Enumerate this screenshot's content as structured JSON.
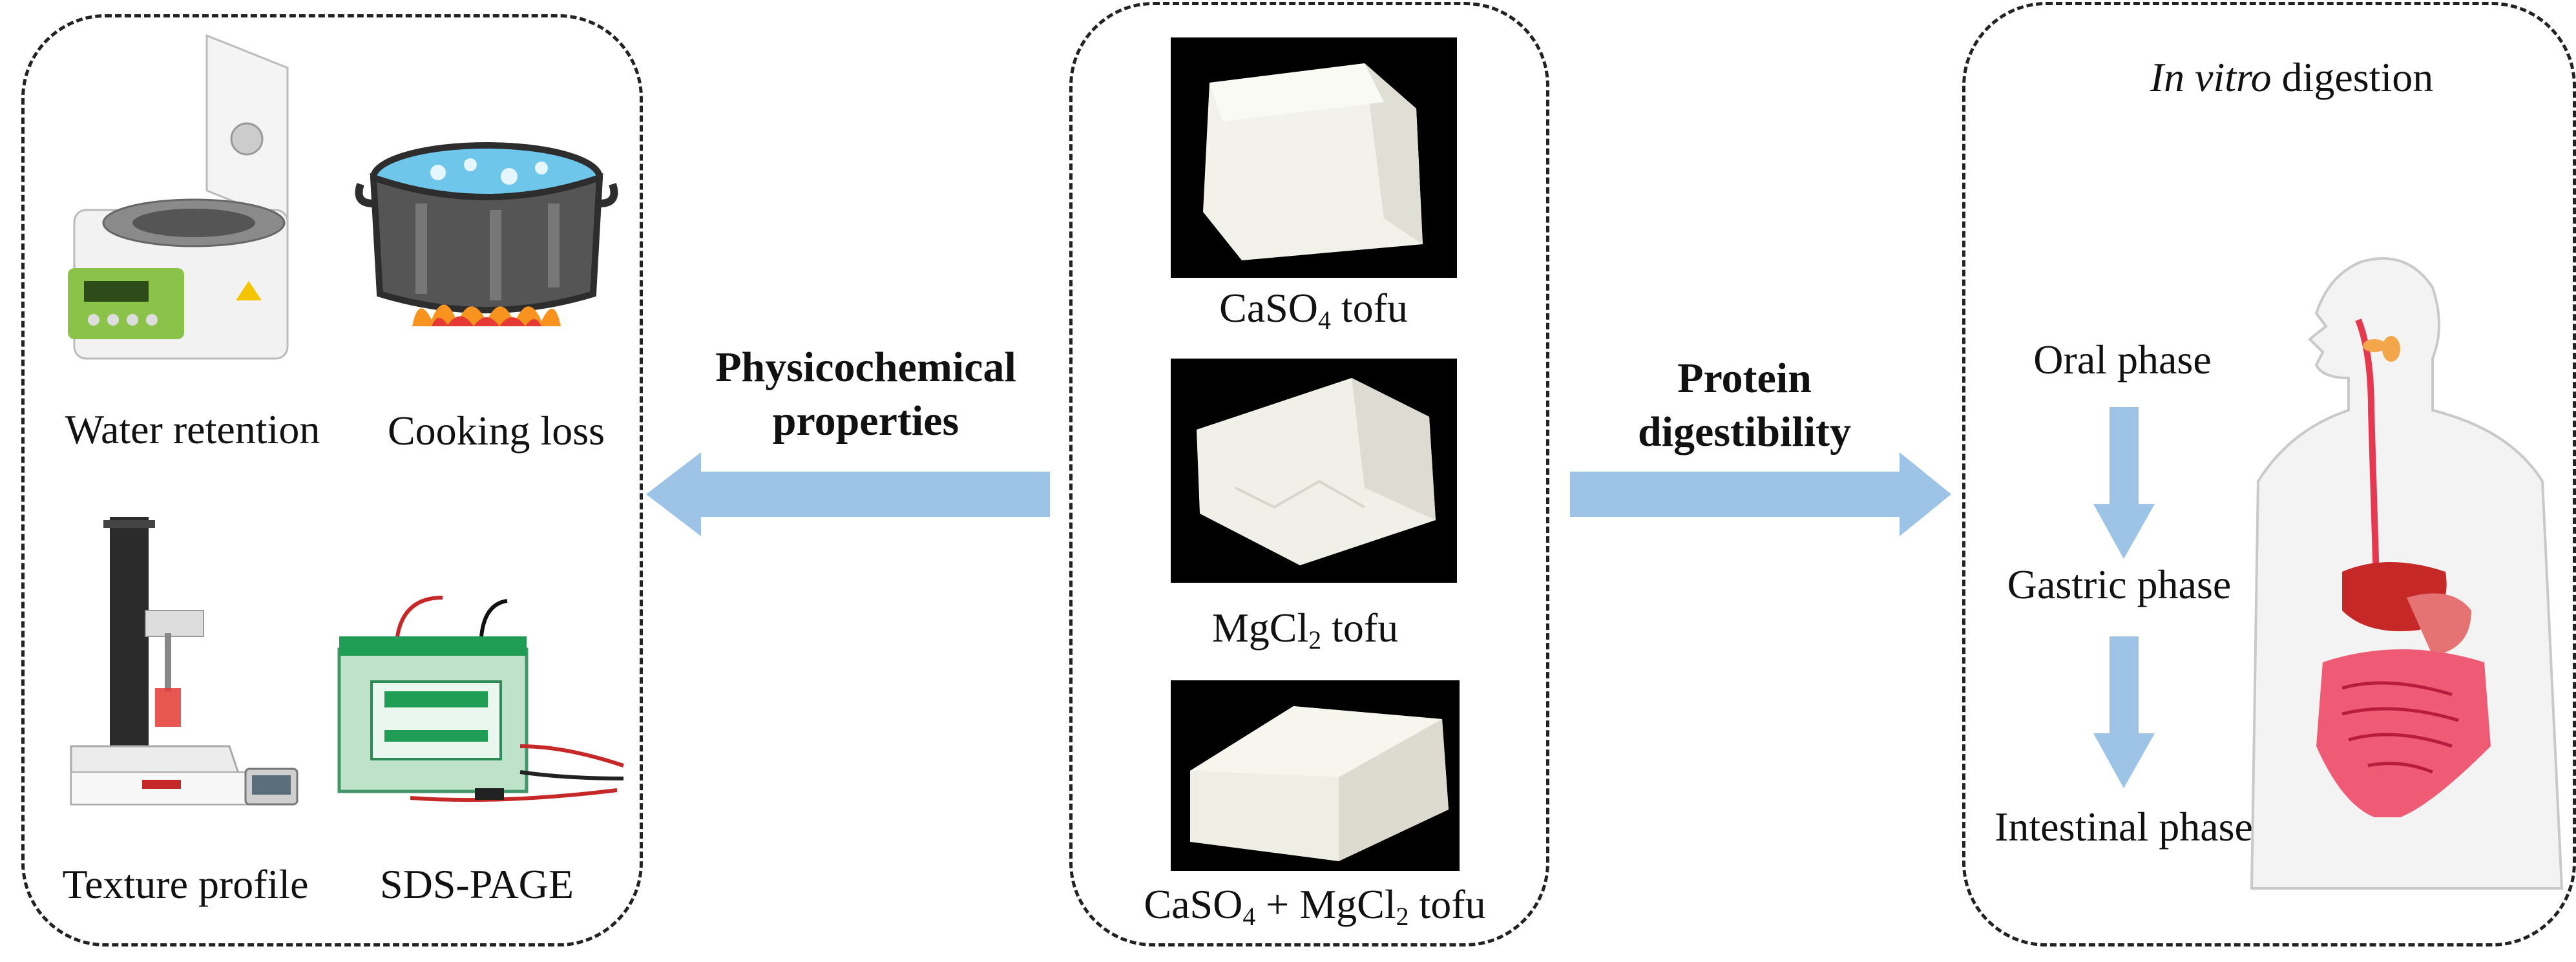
{
  "colors": {
    "arrow": "#9dc3e6",
    "dash": "#222222",
    "tofu_bg": "#000000",
    "tofu": "#f2f1ea"
  },
  "left_panel": {
    "items": [
      {
        "label": "Water retention",
        "icon": "centrifuge-icon"
      },
      {
        "label": "Cooking loss",
        "icon": "boiling-pot-icon"
      },
      {
        "label": "Texture profile",
        "icon": "texture-analyzer-icon"
      },
      {
        "label": "SDS-PAGE",
        "icon": "electrophoresis-tank-icon"
      }
    ]
  },
  "left_arrow": {
    "line1": "Physicochemical",
    "line2": "properties"
  },
  "center_panel": {
    "tofu": [
      {
        "name": "CaSO",
        "sub": "4",
        "suffix": " tofu"
      },
      {
        "name": "MgCl",
        "sub": "2",
        "suffix": " tofu"
      },
      {
        "name": "CaSO",
        "sub": "4",
        "mid": " + MgCl",
        "sub2": "2",
        "suffix": " tofu"
      }
    ]
  },
  "right_arrow": {
    "line1": "Protein",
    "line2": "digestibility"
  },
  "right_panel": {
    "title_italic": "In vitro",
    "title_rest": " digestion",
    "phases": [
      "Oral phase",
      "Gastric phase",
      "Intestinal phase"
    ],
    "icon": "digestive-system-icon"
  }
}
